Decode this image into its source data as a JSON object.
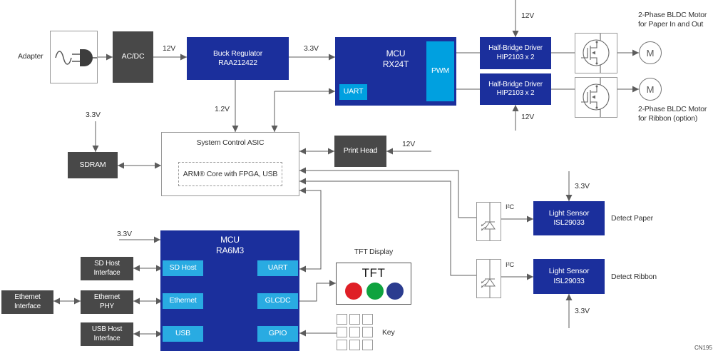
{
  "labels": {
    "adapter": "Adapter",
    "acdc": "AC/DC",
    "buck": "Buck Regulator\nRAA212422",
    "mcu_rx24t": "MCU\nRX24T",
    "pwm": "PWM",
    "uart_rx24t": "UART",
    "hbd1": "Half-Bridge Driver\nHIP2103 x 2",
    "hbd2": "Half-Bridge Driver\nHIP2103 x 2",
    "motor1": "M",
    "motor2": "M",
    "motor1_caption": "2-Phase BLDC Motor\nfor Paper In and Out",
    "motor2_caption": "2-Phase BLDC Motor\nfor Ribbon (option)",
    "sdram": "SDRAM",
    "asic_title": "System Control ASIC",
    "asic_core": "ARM® Core with FPGA, USB",
    "printhead": "Print Head",
    "sensor_paper": "Light Sensor\nISL29033",
    "sensor_ribbon": "Light Sensor\nISL29033",
    "detect_paper": "Detect Paper",
    "detect_ribbon": "Detect Ribbon",
    "mcu_ra6m3": "MCU\nRA6M3",
    "sd_host": "SD Host",
    "ethernet": "Ethernet",
    "usb": "USB",
    "uart_ra6m3": "UART",
    "glcdc": "GLCDC",
    "gpio": "GPIO",
    "sd_host_if": "SD Host\nInterface",
    "eth_phy": "Ethernet\nPHY",
    "usb_host_if": "USB Host\nInterface",
    "eth_if": "Ethernet\nInterface",
    "tft_display": "TFT Display",
    "tft": "TFT",
    "key": "Key"
  },
  "signals": {
    "v12_in": "12V",
    "v33_main": "3.3V",
    "v1_2": "1.2V",
    "v12_motor_top": "12V",
    "v12_motor_bottom": "12V",
    "v12_printhead": "12V",
    "v33_sdram": "3.3V",
    "v33_ra6m3": "3.3V",
    "v33_sensor_paper": "3.3V",
    "v33_sensor_ribbon": "3.3V",
    "i2c_paper": "I²C",
    "i2c_ribbon": "I²C"
  },
  "footer": {
    "code": "CN195"
  },
  "colors": {
    "dark_blue": "#1b2f9c",
    "cyan": "#00a0e0",
    "cyan_light": "#29abe2",
    "dark_gray": "#484848",
    "wire": "#5c5c5c",
    "tft_red": "#df1f26",
    "tft_green": "#0fa33f",
    "tft_blue": "#2b3c8f"
  }
}
